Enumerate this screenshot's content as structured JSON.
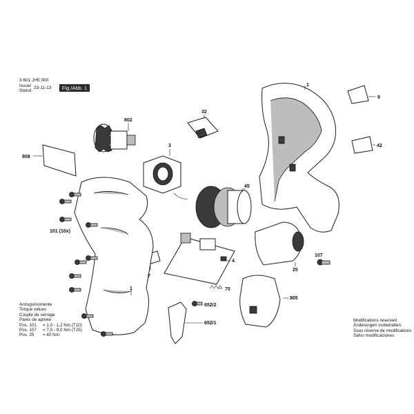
{
  "header": {
    "doc_number": "3 601 JH5 000",
    "issue_label": "Issue/",
    "stand_label": "Stand",
    "date": "23-11-13",
    "figure_label": "Fig./Abb. 1"
  },
  "torque_notes": {
    "lines": [
      "Anzugsmomente",
      "Torque values",
      "Couple de serrage",
      "Pares de apriete"
    ],
    "rows": [
      {
        "pos": "Pos. 101",
        "value": "= 1,0 - 1,2 Nm (T10)"
      },
      {
        "pos": "Pos. 107",
        "value": "= 7,5 - 9,0 Nm (T25)"
      },
      {
        "pos": "Pos.  25",
        "value": "= 40 Nm"
      }
    ]
  },
  "modification_notes": [
    "Modifications reserved",
    "Änderungen vorbehalten",
    "Sous réserve de modifications",
    "Salvo modificaciones"
  ],
  "parts": {
    "p1_top": "1",
    "p9": "9",
    "p42": "42",
    "p32": "32",
    "p802": "802",
    "p808": "808",
    "p3": "3",
    "p45": "45",
    "p101": "101 (10x)",
    "p107": "107",
    "p25": "25",
    "p4": "4",
    "p70": "70",
    "p7": "7",
    "p1_bottom": "1",
    "p805": "805",
    "p652_2": "652/2",
    "p652_1": "652/1"
  }
}
